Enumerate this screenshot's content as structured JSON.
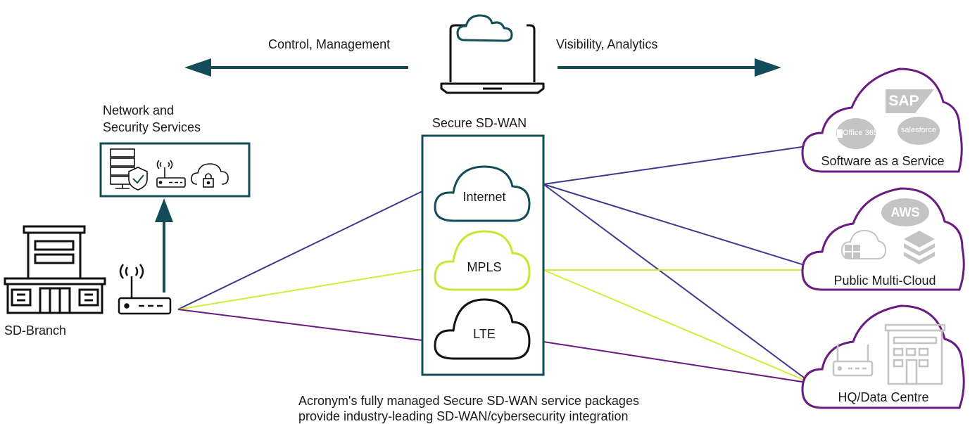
{
  "header": {
    "left_arrow_label": "Control, Management",
    "right_arrow_label": "Visibility, Analytics"
  },
  "services": {
    "title_line1": "Network and",
    "title_line2": "Security Services"
  },
  "branch": {
    "label": "SD-Branch"
  },
  "sdwan": {
    "title": "Secure SD-WAN",
    "links": [
      {
        "label": "Internet",
        "color": "#134d5a"
      },
      {
        "label": "MPLS",
        "color": "#c6e832"
      },
      {
        "label": "LTE",
        "color": "#111111"
      }
    ]
  },
  "destinations": {
    "saas": {
      "label": "Software as a Service",
      "logos": [
        "SAP",
        "Office 365",
        "salesforce"
      ]
    },
    "cloud": {
      "label": "Public Multi-Cloud",
      "logos": [
        "AWS"
      ]
    },
    "hq": {
      "label": "HQ/Data Centre"
    }
  },
  "caption": {
    "line1": "Acronym's fully managed Secure SD-WAN service packages",
    "line2": "provide industry-leading SD-WAN/cybersecurity integration"
  },
  "colors": {
    "teal": "#134d5a",
    "navy": "#3d3a8c",
    "lime": "#d2ec3a",
    "purple": "#6a1b82",
    "grey": "#c4c4c4"
  }
}
